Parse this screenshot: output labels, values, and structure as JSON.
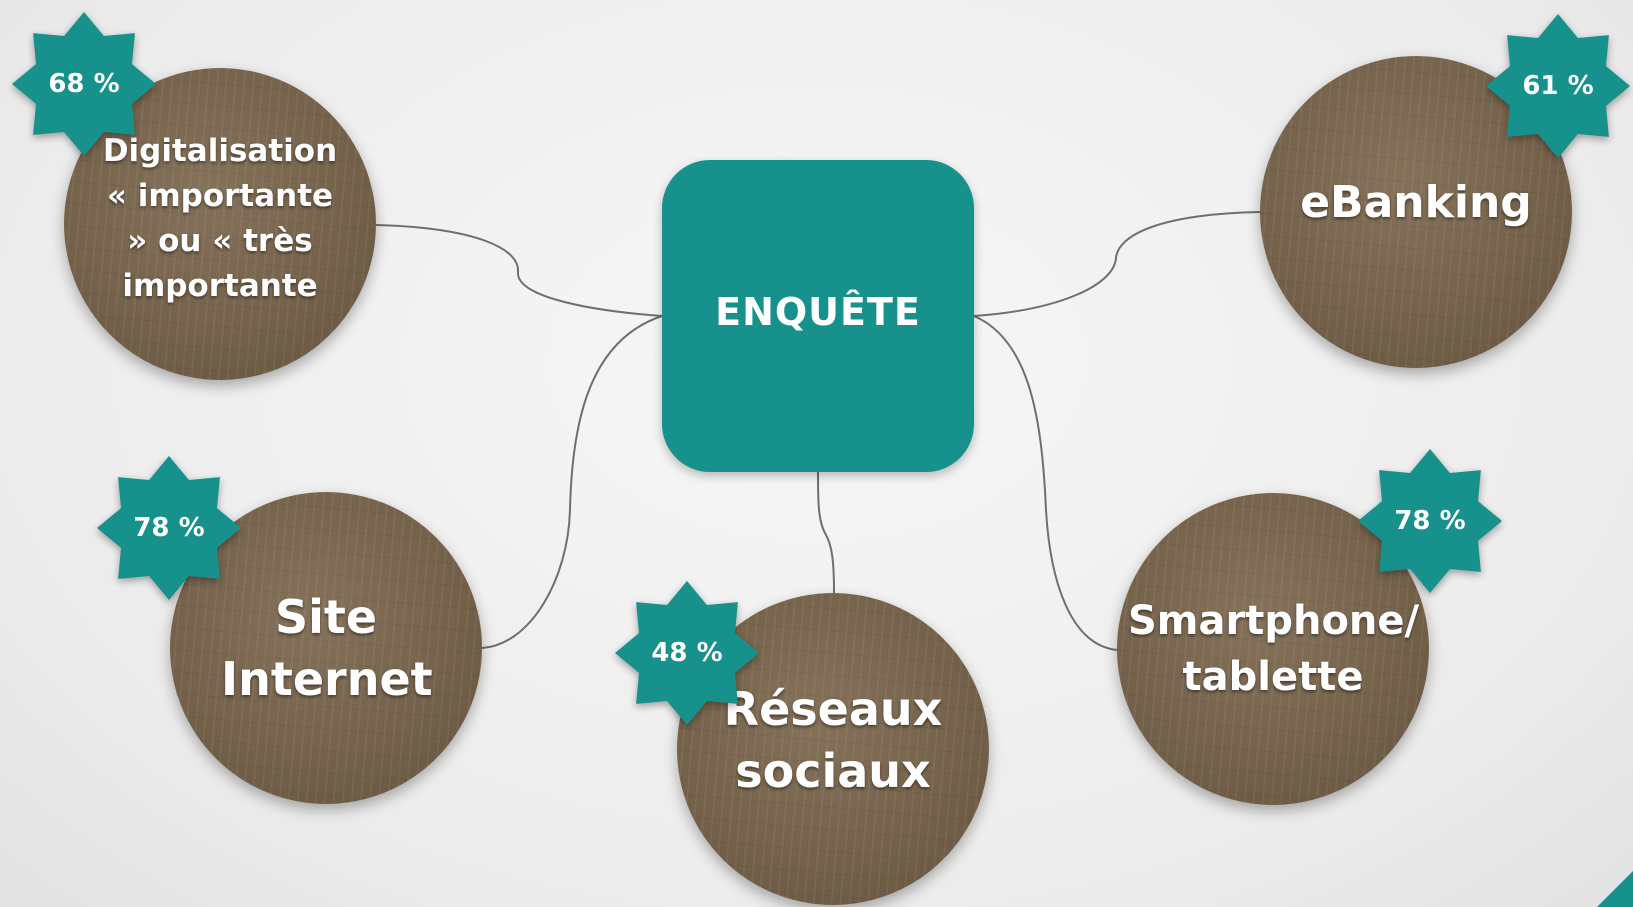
{
  "center": {
    "label": "ENQUÊTE"
  },
  "colors": {
    "accent": "#17918b",
    "circle": "#75624b",
    "connector": "#6f6f6f",
    "background": "#ececec"
  },
  "nodes": [
    {
      "id": "digital",
      "label": "Digitalisation « importante » ou « très importante",
      "badge": "68 %"
    },
    {
      "id": "ebanking",
      "label": "eBanking",
      "badge": "61 %"
    },
    {
      "id": "site",
      "label": "Site Internet",
      "badge": "78 %"
    },
    {
      "id": "reseaux",
      "label": "Réseaux sociaux",
      "badge": "48 %"
    },
    {
      "id": "smart",
      "label": "Smartphone/ tablette",
      "badge": "78 %"
    }
  ]
}
